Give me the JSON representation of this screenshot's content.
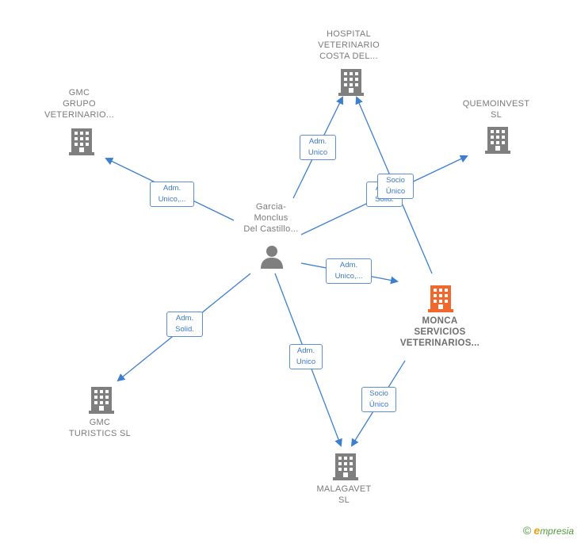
{
  "nodes": {
    "hospital": {
      "label": "HOSPITAL\nVETERINARIO\nCOSTA DEL...",
      "type": "company"
    },
    "gmc_grupo": {
      "label": "GMC\nGRUPO\nVETERINARIO...",
      "type": "company"
    },
    "quemoinvest": {
      "label": "QUEMOINVEST\nSL",
      "type": "company"
    },
    "person": {
      "label": "Garcia-\nMonclus\nDel Castillo...",
      "type": "person"
    },
    "monca": {
      "label": "MONCA\nSERVICIOS\nVETERINARIOS...",
      "type": "company-main"
    },
    "gmc_turistics": {
      "label": "GMC\nTURISTICS  SL",
      "type": "company"
    },
    "malagavet": {
      "label": "MALAGAVET\nSL",
      "type": "company"
    }
  },
  "edges": [
    {
      "label": "Adm.\nUnico",
      "from": "person",
      "to": "hospital"
    },
    {
      "label": "Adm.\nUnico,...",
      "from": "person",
      "to": "gmc_grupo"
    },
    {
      "label": "Adm.\nSolid.",
      "from": "person",
      "to": "quemoinvest"
    },
    {
      "label": "Socio\nÚnico",
      "from": "monca",
      "to": "hospital"
    },
    {
      "label": "Adm.\nUnico,...",
      "from": "person",
      "to": "monca"
    },
    {
      "label": "Adm.\nSolid.",
      "from": "person",
      "to": "gmc_turistics"
    },
    {
      "label": "Adm.\nUnico",
      "from": "person",
      "to": "malagavet"
    },
    {
      "label": "Socio\nÚnico",
      "from": "monca",
      "to": "malagavet"
    }
  ],
  "colors": {
    "edge": "#3d7fcf",
    "company": "#7f7f7f",
    "company_main": "#f0682d",
    "person": "#7f7f7f"
  },
  "footer": {
    "copyright": "©",
    "brand_e": "e",
    "brand_rest": "mpresia"
  }
}
